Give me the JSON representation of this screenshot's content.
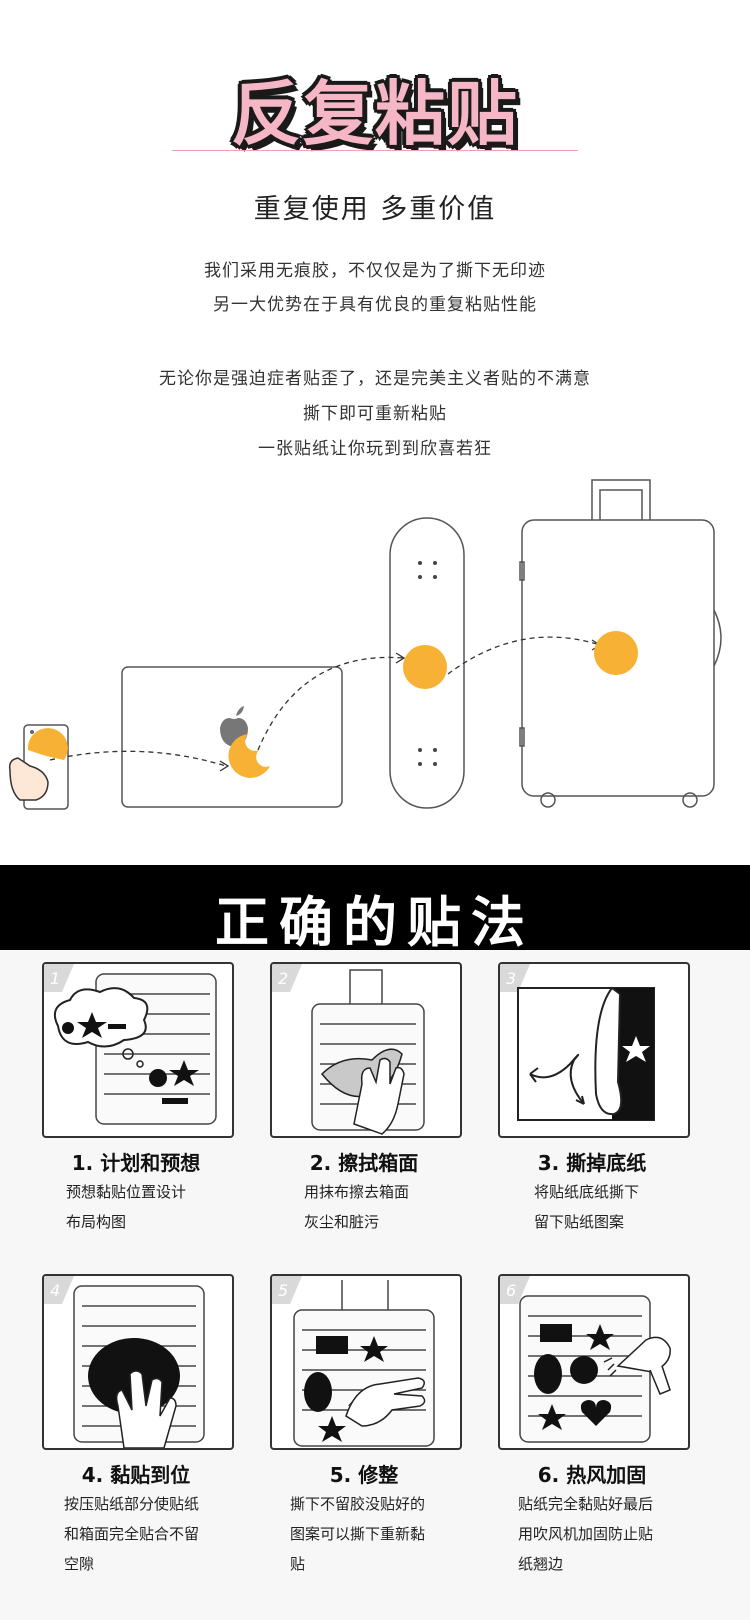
{
  "header": {
    "title": "反复粘贴",
    "subtitle": "重复使用  多重价值",
    "para1": [
      "我们采用无痕胶，不仅仅是为了撕下无印迹",
      "另一大优势在于具有优良的重复粘贴性能"
    ],
    "para2": [
      "无论你是强迫症者贴歪了，还是完美主义者贴的不满意",
      "撕下即可重新粘贴",
      "一张贴纸让你玩到到欣喜若狂"
    ]
  },
  "banner": {
    "title": "正确的贴法"
  },
  "steps": [
    {
      "num": "1",
      "title": "1. 计划和预想",
      "desc": [
        "预想黏贴位置设计",
        "布局构图"
      ]
    },
    {
      "num": "2",
      "title": "2. 擦拭箱面",
      "desc": [
        "用抹布擦去箱面",
        "灰尘和脏污"
      ]
    },
    {
      "num": "3",
      "title": "3. 撕掉底纸",
      "desc": [
        "将贴纸底纸撕下",
        "留下贴纸图案"
      ]
    },
    {
      "num": "4",
      "title": "4. 黏贴到位",
      "desc": [
        "按压贴纸部分使贴纸",
        "和箱面完全贴合不留",
        "空隙"
      ]
    },
    {
      "num": "5",
      "title": "5. 修整",
      "desc": [
        "撕下不留胶没贴好的",
        "图案可以撕下重新黏",
        "贴"
      ]
    },
    {
      "num": "6",
      "title": "6. 热风加固",
      "desc": [
        "贴纸完全黏贴好最后",
        "用吹风机加固防止贴",
        "纸翘边"
      ]
    }
  ],
  "colors": {
    "sticker": "#f7b135",
    "title_pink": "#f5b6c6",
    "divider": "#e9a3b3"
  }
}
